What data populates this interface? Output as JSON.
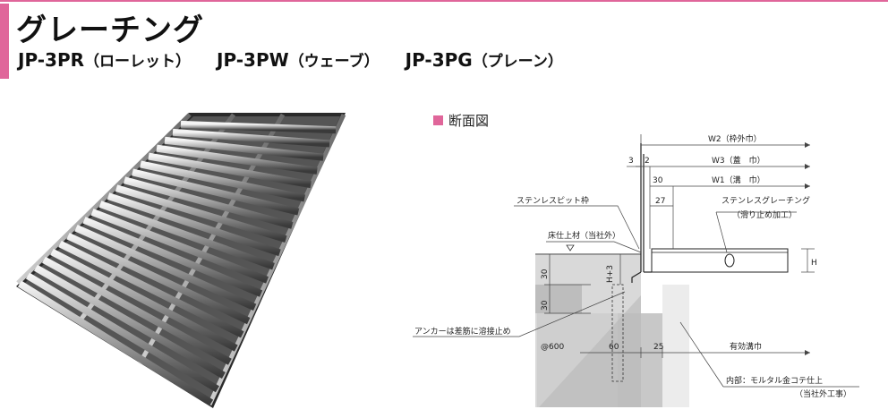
{
  "header": {
    "title": "グレーチング",
    "models": [
      {
        "code": "JP-3PR",
        "type": "（ローレット）"
      },
      {
        "code": "JP-3PW",
        "type": "（ウェーブ）"
      },
      {
        "code": "JP-3PG",
        "type": "（プレーン）"
      }
    ]
  },
  "section": {
    "title": "断面図"
  },
  "diagram": {
    "w2": "W2（枠外巾）",
    "w3": "W3（蓋　巾）",
    "w1": "W1（溝　巾）",
    "dim_3": "3",
    "dim_2": "2",
    "dim_30_top": "30",
    "dim_27": "27",
    "frame": "ステンレスピット枠",
    "grating": "ステンレスグレーチング",
    "grating_sub": "（滑り止め加工）",
    "floor": "床仕上材（当社外）",
    "dim_30_a": "30",
    "dim_h3": "H+3",
    "dim_h": "H",
    "dim_30_b": "30",
    "anchor": "アンカーは差筋に溶接止め",
    "pitch": "@600",
    "dim_60": "60",
    "dim_25": "25",
    "effective": "有効溝巾",
    "inner": "内部：モルタル金コテ仕上",
    "inner_sub": "（当社外工事）"
  }
}
